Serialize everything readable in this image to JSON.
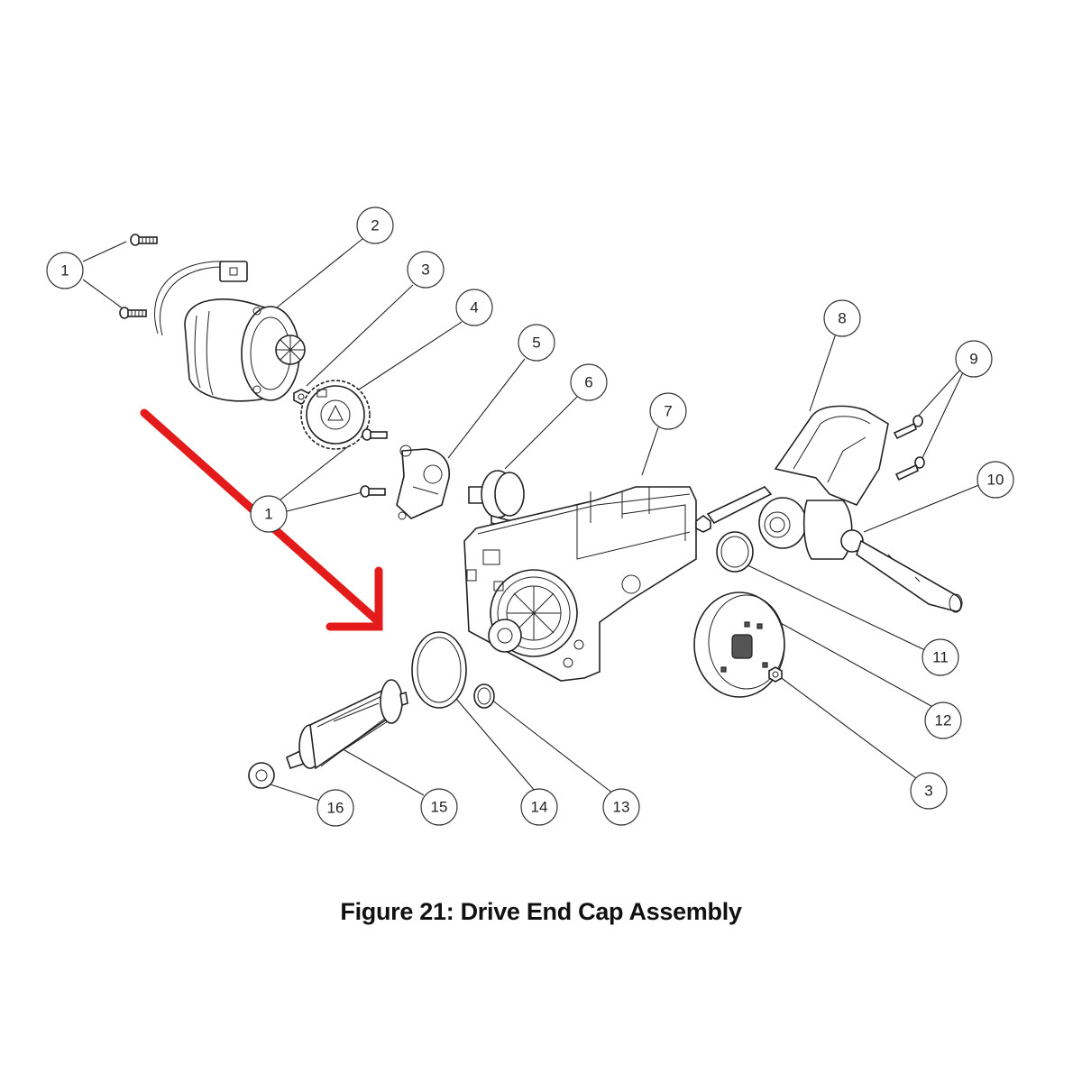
{
  "figure": {
    "caption": "Figure 21: Drive End Cap Assembly"
  },
  "colors": {
    "arrow": "#e31b1b",
    "line": "#222222"
  },
  "balloons": [
    {
      "id": "b1a",
      "label": "1"
    },
    {
      "id": "b1b",
      "label": "1"
    },
    {
      "id": "b2",
      "label": "2"
    },
    {
      "id": "b3a",
      "label": "3"
    },
    {
      "id": "b3b",
      "label": "3"
    },
    {
      "id": "b4",
      "label": "4"
    },
    {
      "id": "b5",
      "label": "5"
    },
    {
      "id": "b6",
      "label": "6"
    },
    {
      "id": "b7",
      "label": "7"
    },
    {
      "id": "b8",
      "label": "8"
    },
    {
      "id": "b9",
      "label": "9"
    },
    {
      "id": "b10",
      "label": "10"
    },
    {
      "id": "b11",
      "label": "11"
    },
    {
      "id": "b12",
      "label": "12"
    },
    {
      "id": "b13",
      "label": "13"
    },
    {
      "id": "b14",
      "label": "14"
    },
    {
      "id": "b15",
      "label": "15"
    },
    {
      "id": "b16",
      "label": "16"
    }
  ]
}
